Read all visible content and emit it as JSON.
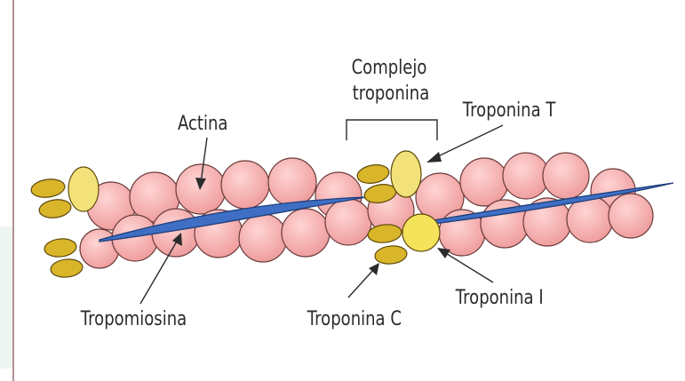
{
  "diagram": {
    "labels": {
      "actina": "Actina",
      "complejo_line1": "Complejo",
      "complejo_line2": "troponina",
      "troponina_t": "Troponina T",
      "tropomiosina": "Tropomiosina",
      "troponina_c": "Troponina C",
      "troponina_i": "Troponina I"
    },
    "colors": {
      "actin": "#f2a7a7",
      "tropomyosin": "#3e6fc4",
      "troponin_c": "#d9b52a",
      "troponin_t": "#f3e27a",
      "troponin_i": "#f6e35c"
    }
  }
}
